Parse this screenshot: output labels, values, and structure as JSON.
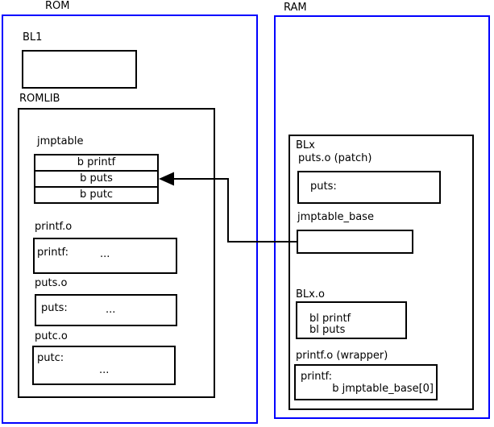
{
  "colors": {
    "frame": "#0000ff",
    "line": "#000000",
    "background": "#ffffff"
  },
  "rom": {
    "title": "ROM",
    "bl1": {
      "label": "BL1"
    },
    "romlib": {
      "label": "ROMLIB",
      "jmptable": {
        "label": "jmptable",
        "rows": [
          "b printf",
          "b puts",
          "b putc"
        ]
      },
      "objects": [
        {
          "label": "printf.o",
          "symbol": "printf:",
          "ellipsis": "..."
        },
        {
          "label": "puts.o",
          "symbol": "puts:",
          "ellipsis": "..."
        },
        {
          "label": "putc.o",
          "symbol": "putc:",
          "ellipsis": "..."
        }
      ]
    }
  },
  "ram": {
    "title": "RAM",
    "blx": {
      "label": "BLx",
      "puts_patch": {
        "label": "puts.o (patch)",
        "symbol": "puts:"
      },
      "jmptable_base": {
        "label": "jmptable_base"
      },
      "blx_o": {
        "label": "BLx.o",
        "lines": [
          "bl printf",
          "bl puts"
        ]
      },
      "printf_wrapper": {
        "label": "printf.o (wrapper)",
        "symbol": "printf:",
        "body": "b jmptable_base[0]"
      }
    }
  },
  "arrow": {
    "meaning": "jmptable_base points into ROM jmptable (b puts entry)"
  }
}
